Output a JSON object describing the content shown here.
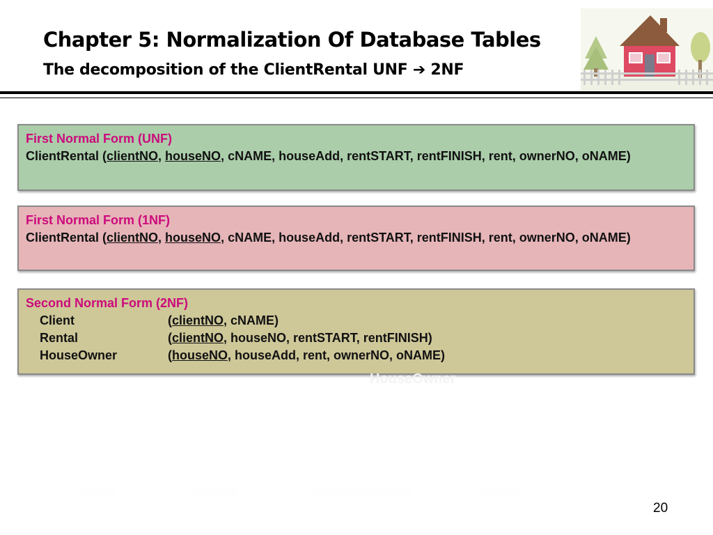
{
  "header": {
    "title": "Chapter 5: Normalization Of Database Tables",
    "subtitle": "The decomposition of the ClientRental UNF",
    "arrow_glyph": "➔",
    "subtitle_suffix": "2NF"
  },
  "boxes": {
    "unf": {
      "title": "First Normal Form (UNF)",
      "relation": "ClientRental (",
      "key1": "clientNO",
      "sep": ", ",
      "key2": "houseNO",
      "rest": ", cNAME, houseAdd, rentSTART, rentFINISH, rent, ownerNO, oNAME)"
    },
    "nf1": {
      "title": "First Normal Form (1NF)",
      "relation": "ClientRental (",
      "key1": "clientNO",
      "sep": ", ",
      "key2": "houseNO",
      "rest": ", cNAME, houseAdd, rentSTART, rentFINISH, rent, ownerNO, oNAME)"
    },
    "nf2": {
      "title": "Second Normal Form (2NF)",
      "rows": [
        {
          "name": "Client",
          "open": "(",
          "key": "clientNO",
          "rest": ", cNAME)"
        },
        {
          "name": "Rental",
          "open": "(",
          "key": "clientNO",
          "rest": ", houseNO, rentSTART, rentFINISH)"
        },
        {
          "name": "HouseOwner",
          "open": "(",
          "key": "houseNO",
          "rest": ", houseAdd, rent, ownerNO, oNAME)"
        }
      ]
    }
  },
  "ghost_labels": {
    "houseowner": "HouseOwner",
    "client": "Client",
    "rental": "Rental",
    "houseforrent": "HouseForRent",
    "owner": "Owner"
  },
  "page_number": "20",
  "colors": {
    "unf_fill": "#abcdaa",
    "nf1_fill": "#e6b5b8",
    "nf2_fill": "#cec798",
    "heading_magenta": "#cc0a7c"
  },
  "icons": {
    "house_art": "house-clipart-icon"
  }
}
